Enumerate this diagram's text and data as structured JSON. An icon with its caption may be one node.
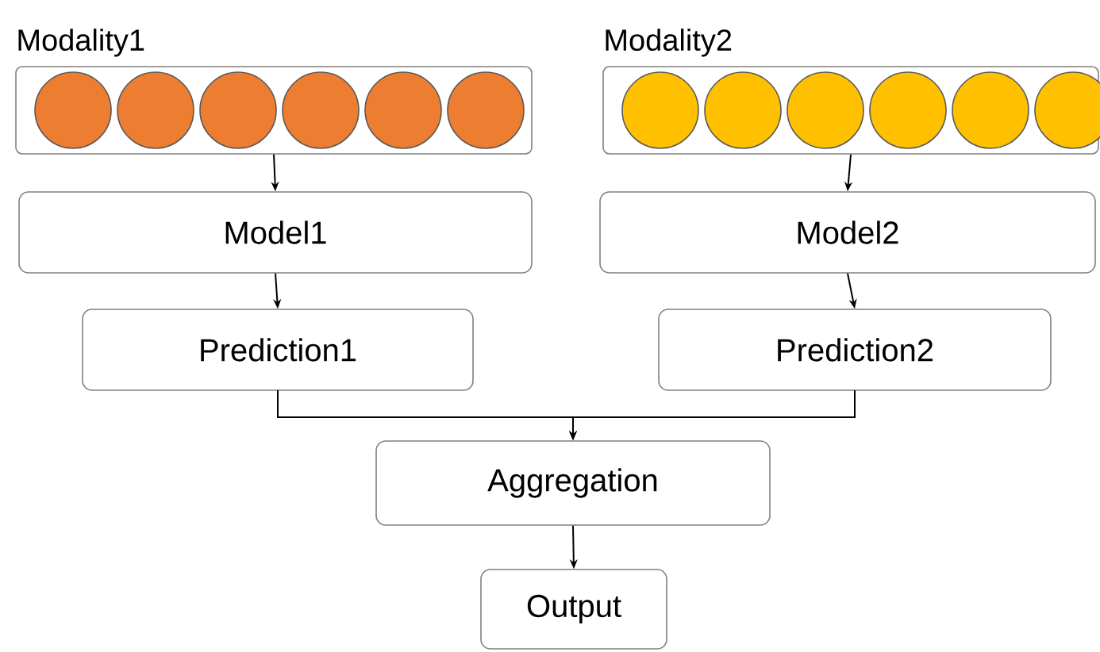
{
  "diagram": {
    "nodes": [
      {
        "text": [
          "Modality1"
        ]
      },
      {
        "text": [],
        "shape": "circle",
        "in": 0
      },
      {
        "text": [],
        "shape": "circle",
        "in": 0
      },
      {
        "text": [],
        "shape": "circle",
        "in": 0
      },
      {
        "text": [],
        "shape": "circle",
        "in": 0
      },
      {
        "text": [],
        "shape": "circle",
        "in": 0
      },
      {
        "text": [],
        "shape": "circle",
        "in": 0
      },
      {
        "text": [
          "Modality2"
        ]
      },
      {
        "text": [],
        "shape": "circle",
        "in": 7
      },
      {
        "text": [],
        "shape": "circle",
        "in": 7
      },
      {
        "text": [],
        "shape": "circle",
        "in": 7
      },
      {
        "text": [],
        "shape": "circle",
        "in": 7
      },
      {
        "text": [],
        "shape": "circle",
        "in": 7
      },
      {
        "text": [],
        "shape": "circle",
        "in": 7
      },
      {
        "text": [
          "Model1"
        ]
      },
      {
        "text": [
          "Model2"
        ]
      },
      {
        "text": [
          "Prediction1"
        ]
      },
      {
        "text": [
          "Prediction2"
        ]
      },
      {
        "text": [
          "Aggregation"
        ]
      },
      {
        "text": [
          "Output"
        ]
      }
    ],
    "edges": [
      {
        "from": 0,
        "to": 14,
        "arrow": "to"
      },
      {
        "from": 7,
        "to": 15,
        "arrow": "to"
      },
      {
        "from": 14,
        "to": 16,
        "arrow": "to"
      },
      {
        "from": 15,
        "to": 17,
        "arrow": "to"
      },
      {
        "from": 16,
        "to": 18,
        "arrow": "to"
      },
      {
        "from": 17,
        "to": 18,
        "arrow": "to"
      },
      {
        "from": 18,
        "to": 19,
        "arrow": "to"
      }
    ]
  }
}
